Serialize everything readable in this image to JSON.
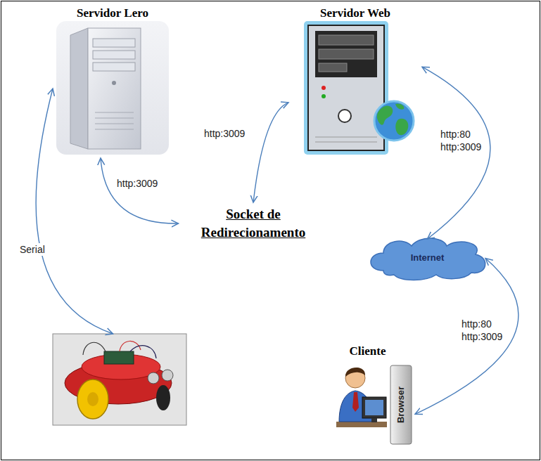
{
  "diagram": {
    "nodes": [
      {
        "text": [
          "Servidor Lero"
        ]
      },
      {
        "text": [
          "Servidor Web"
        ]
      },
      {
        "text": [
          "Socket de Redirecionamento"
        ]
      },
      {
        "text": [
          "Internet"
        ]
      },
      {
        "text": []
      },
      {
        "text": [
          "Cliente",
          "Browser"
        ]
      }
    ],
    "edges": [
      {
        "from": 0,
        "to": 4,
        "label": "Serial",
        "arrow": "both"
      },
      {
        "from": 0,
        "to": 2,
        "label": "http:3009",
        "arrow": "both"
      },
      {
        "from": 2,
        "to": 1,
        "label": "http:3009",
        "arrow": "both"
      },
      {
        "from": 1,
        "to": 3,
        "label": "http:80 http:3009",
        "arrow": "both"
      },
      {
        "from": 3,
        "to": 5,
        "label": "http:80 http:3009",
        "arrow": "both"
      }
    ]
  }
}
